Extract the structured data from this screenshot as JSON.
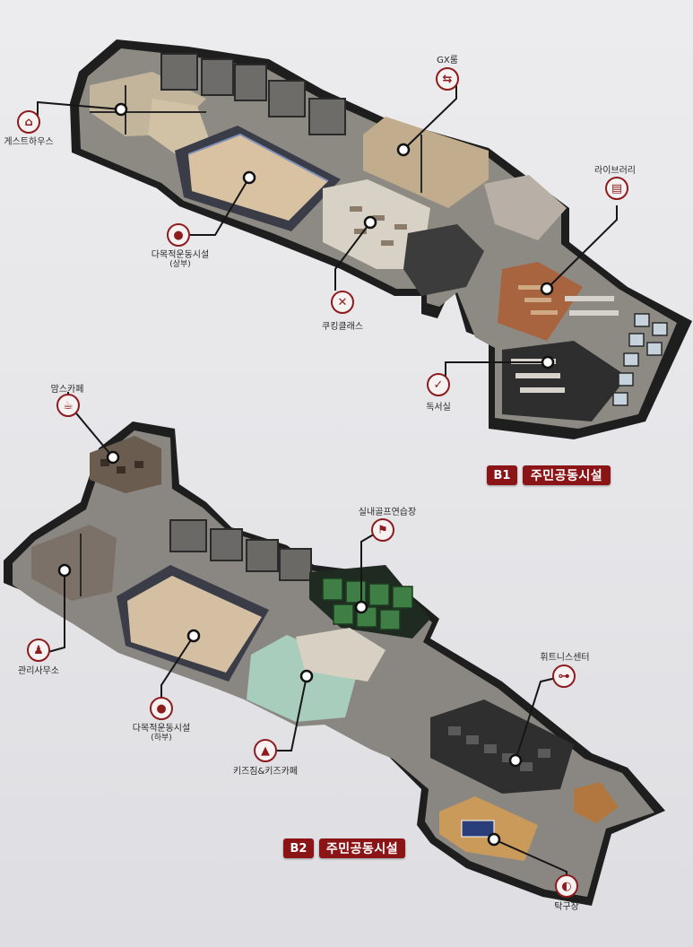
{
  "levels": [
    {
      "code": "B1",
      "title": "주민공동시설",
      "facilities": [
        {
          "label": "게스트하우스",
          "icon": "guesthouse-icon"
        },
        {
          "label": "GX룸",
          "icon": "gx-room-icon"
        },
        {
          "label": "다목적운동시설",
          "sublabel": "(상부)",
          "icon": "basketball-icon"
        },
        {
          "label": "쿠킹클래스",
          "icon": "cooking-icon"
        },
        {
          "label": "라이브러리",
          "icon": "library-icon"
        },
        {
          "label": "독서실",
          "icon": "reading-room-icon"
        }
      ]
    },
    {
      "code": "B2",
      "title": "주민공동시설",
      "facilities": [
        {
          "label": "맘스카페",
          "icon": "cafe-icon"
        },
        {
          "label": "실내골프연습장",
          "icon": "golf-icon"
        },
        {
          "label": "관리사무소",
          "icon": "management-office-icon"
        },
        {
          "label": "다목적운동시설",
          "sublabel": "(하부)",
          "icon": "basketball-icon"
        },
        {
          "label": "휘트니스센터",
          "icon": "fitness-icon"
        },
        {
          "label": "키즈짐&키즈카페",
          "icon": "kids-icon"
        },
        {
          "label": "탁구장",
          "icon": "table-tennis-icon"
        }
      ]
    }
  ],
  "colors": {
    "accent": "#8a1416",
    "icon_border": "#8d1c1f",
    "wall": "#2b2b2b",
    "wood_floor": "#c9ab88",
    "golf_green": "#3f7f45",
    "kids_floor": "#a9cdbd"
  }
}
